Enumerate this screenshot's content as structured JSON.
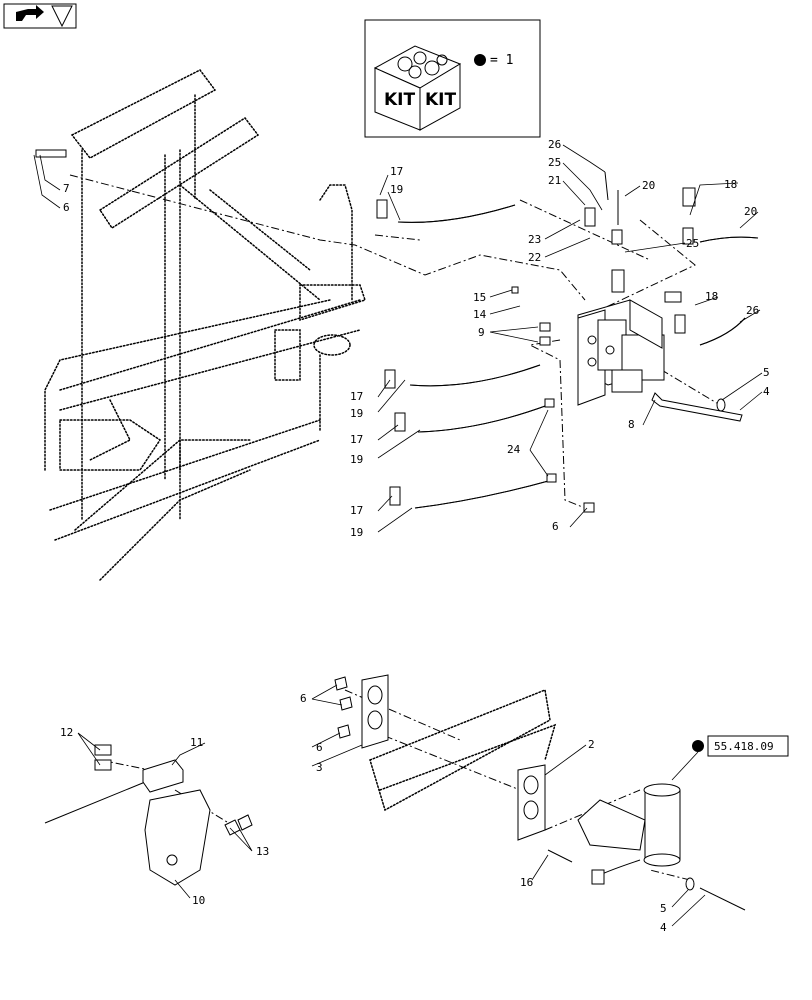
{
  "nav_icon": "next-page-arrow-icon",
  "kit": {
    "box_labels": [
      "KIT",
      "KIT"
    ],
    "legend_symbol": "filled-circle",
    "legend_text": "= 1"
  },
  "reference": {
    "text": "55.418.09"
  },
  "callouts": {
    "c1": "26",
    "c2": "25",
    "c3": "21",
    "c4": "20",
    "c5": "18",
    "c6": "20",
    "c7": "17",
    "c8": "19",
    "c9": "23",
    "c10": "22",
    "c11": "25",
    "c12": "15",
    "c13": "14",
    "c14": "9",
    "c15": "18",
    "c16": "26",
    "c17": "17",
    "c18": "19",
    "c19": "17",
    "c20": "19",
    "c21": "24",
    "c22": "5",
    "c23": "4",
    "c24": "8",
    "c25": "17",
    "c26": "19",
    "c27": "6",
    "c28": "7",
    "c29": "6",
    "c30": "12",
    "c31": "11",
    "c32": "13",
    "c33": "10",
    "c34": "6",
    "c35": "6",
    "c36": "3",
    "c37": "2",
    "c38": "16",
    "c39": "5",
    "c40": "4"
  }
}
